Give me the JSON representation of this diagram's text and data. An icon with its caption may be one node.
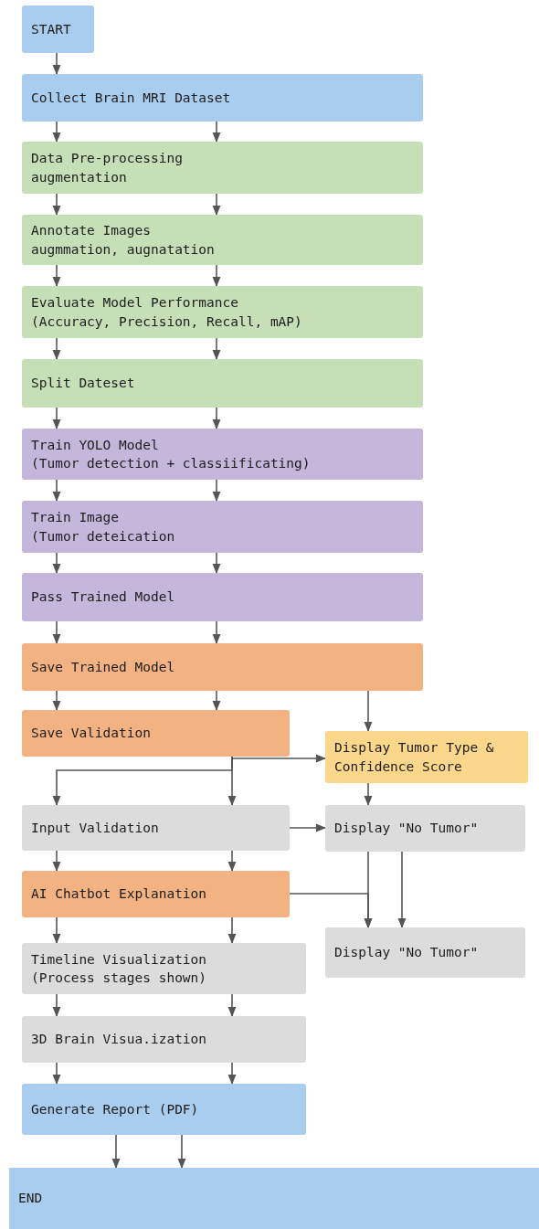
{
  "diagram": {
    "nodes": [
      {
        "text": [
          "START"
        ]
      },
      {
        "text": [
          "Collect Brain MRI Dataset"
        ]
      },
      {
        "text": [
          "Data Pre-processing",
          "augmentation"
        ]
      },
      {
        "text": [
          "Annotate Images",
          "augmmation, augnatation"
        ]
      },
      {
        "text": [
          "Evaluate Model Performance",
          "(Accuracy, Precision, Recall, mAP)"
        ]
      },
      {
        "text": [
          "Split Dateset"
        ]
      },
      {
        "text": [
          "Train YOLO Model",
          "(Tumor detection + classiificating)"
        ]
      },
      {
        "text": [
          "Train Image",
          "(Tumor deteication"
        ]
      },
      {
        "text": [
          "Pass Trained Model"
        ]
      },
      {
        "text": [
          "Save Trained Model"
        ]
      },
      {
        "text": [
          "Save Validation"
        ]
      },
      {
        "text": [
          "Display Tumor Type & Confidence Score"
        ]
      },
      {
        "text": [
          "Input Validation"
        ]
      },
      {
        "text": [
          "Display \"No Tumor\""
        ]
      },
      {
        "text": [
          "AI Chatbot Explanation"
        ]
      },
      {
        "text": [
          "Display \"No Tumor\""
        ]
      },
      {
        "text": [
          "Timeline Visualization",
          "(Process stages shown)"
        ]
      },
      {
        "text": [
          "3D Brain Visua.ization"
        ]
      },
      {
        "text": [
          "Generate Report (PDF)"
        ]
      },
      {
        "text": [
          "END"
        ]
      }
    ],
    "edges": [
      {
        "from": 0,
        "to": 1,
        "arrow": "to"
      },
      {
        "from": 1,
        "to": 2,
        "arrow": "to"
      },
      {
        "from": 1,
        "to": 2,
        "arrow": "to"
      },
      {
        "from": 2,
        "to": 3,
        "arrow": "to"
      },
      {
        "from": 2,
        "to": 3,
        "arrow": "to"
      },
      {
        "from": 3,
        "to": 4,
        "arrow": "to"
      },
      {
        "from": 3,
        "to": 4,
        "arrow": "to"
      },
      {
        "from": 4,
        "to": 5,
        "arrow": "to"
      },
      {
        "from": 4,
        "to": 5,
        "arrow": "to"
      },
      {
        "from": 5,
        "to": 6,
        "arrow": "to"
      },
      {
        "from": 5,
        "to": 6,
        "arrow": "to"
      },
      {
        "from": 6,
        "to": 7,
        "arrow": "to"
      },
      {
        "from": 6,
        "to": 7,
        "arrow": "to"
      },
      {
        "from": 7,
        "to": 8,
        "arrow": "to"
      },
      {
        "from": 7,
        "to": 8,
        "arrow": "to"
      },
      {
        "from": 8,
        "to": 9,
        "arrow": "to"
      },
      {
        "from": 8,
        "to": 9,
        "arrow": "to"
      },
      {
        "from": 9,
        "to": 10,
        "arrow": "to"
      },
      {
        "from": 9,
        "to": 10,
        "arrow": "to"
      },
      {
        "from": 9,
        "to": 11,
        "arrow": "to"
      },
      {
        "from": 10,
        "to": 11,
        "arrow": "to"
      },
      {
        "from": 10,
        "to": 12,
        "arrow": "to"
      },
      {
        "from": 10,
        "to": 12,
        "arrow": "to"
      },
      {
        "from": 12,
        "to": 13,
        "arrow": "to"
      },
      {
        "from": 11,
        "to": 13,
        "arrow": "to"
      },
      {
        "from": 12,
        "to": 14,
        "arrow": "to"
      },
      {
        "from": 12,
        "to": 14,
        "arrow": "to"
      },
      {
        "from": 13,
        "to": 15,
        "arrow": "to"
      },
      {
        "from": 13,
        "to": 15,
        "arrow": "to"
      },
      {
        "from": 14,
        "to": 15,
        "arrow": "to"
      },
      {
        "from": 14,
        "to": 16,
        "arrow": "to"
      },
      {
        "from": 14,
        "to": 16,
        "arrow": "to"
      },
      {
        "from": 16,
        "to": 17,
        "arrow": "to"
      },
      {
        "from": 16,
        "to": 17,
        "arrow": "to"
      },
      {
        "from": 17,
        "to": 18,
        "arrow": "to"
      },
      {
        "from": 17,
        "to": 18,
        "arrow": "to"
      },
      {
        "from": 18,
        "to": 19,
        "arrow": "to"
      },
      {
        "from": 18,
        "to": 19,
        "arrow": "to"
      }
    ]
  }
}
